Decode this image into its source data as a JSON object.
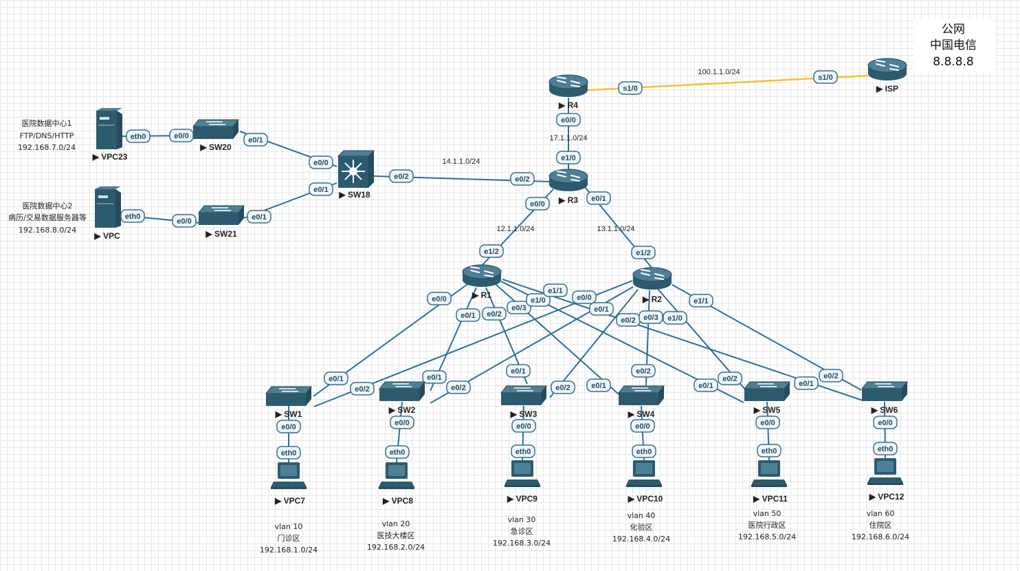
{
  "colors": {
    "link": "#2a6f97",
    "serial_link": "#f5c12e",
    "device_dark": "#2e5a6e",
    "device_light": "#4d7f96",
    "port_fill": "#eef6fa",
    "port_stroke": "#3d6e86"
  },
  "isp_note": {
    "line1": "公网",
    "line2": "中国电信",
    "line3": "8.8.8.8"
  },
  "devices": {
    "r4": "R4",
    "isp": "ISP",
    "r3": "R3",
    "r1": "R1",
    "r2": "R2",
    "sw18": "SW18",
    "sw20": "SW20",
    "sw21": "SW21",
    "sw1": "SW1",
    "sw2": "SW2",
    "sw3": "SW3",
    "sw4": "SW4",
    "sw5": "SW5",
    "sw6": "SW6",
    "vpc23": "VPC23",
    "vpc": "VPC",
    "vpc7": "VPC7",
    "vpc8": "VPC8",
    "vpc9": "VPC9",
    "vpc10": "VPC10",
    "vpc11": "VPC11",
    "vpc12": "VPC12"
  },
  "networks": {
    "r4_isp": "100.1.1.0/24",
    "r4_r3": "17.1.1.0/24",
    "sw18_r3": "14.1.1.0/24",
    "r3_r1": "12.1.1.0/24",
    "r3_r2": "13.1.1.0/24"
  },
  "datacenters": {
    "dc1": {
      "line1": "医院数据中心1",
      "line2": "FTP/DNS/HTTP",
      "line3": "192.168.7.0/24"
    },
    "dc2": {
      "line1": "医院数据中心2",
      "line2": "病历/交易数据服务器等",
      "line3": "192.168.8.0/24"
    }
  },
  "zones": [
    {
      "vlan": "vlan 10",
      "name": "门诊区",
      "subnet": "192.168.1.0/24"
    },
    {
      "vlan": "vlan 20",
      "name": "医技大楼区",
      "subnet": "192.168.2.0/24"
    },
    {
      "vlan": "vlan 30",
      "name": "急诊区",
      "subnet": "192.168.3.0/24"
    },
    {
      "vlan": "vlan 40",
      "name": "化验区",
      "subnet": "192.168.4.0/24"
    },
    {
      "vlan": "vlan 50",
      "name": "医院行政区",
      "subnet": "192.168.5.0/24"
    },
    {
      "vlan": "vlan 60",
      "name": "住院区",
      "subnet": "192.168.6.0/24"
    }
  ],
  "ports": {
    "r4_s10": "s1/0",
    "isp_s10": "s1/0",
    "r4_e00": "e0/0",
    "r3_e10": "e1/0",
    "sw18_e02": "e0/2",
    "r3_e02": "e0/2",
    "r3_e00": "e0/0",
    "r3_e01": "e0/1",
    "r1_e12": "e1/2",
    "r2_e12": "e1/2",
    "vpc23_eth0": "eth0",
    "sw20_e00": "e0/0",
    "sw20_e01": "e0/1",
    "sw18_e00": "e0/0",
    "vpc_eth0": "eth0",
    "sw21_e00": "e0/0",
    "sw21_e01": "e0/1",
    "sw18_e01": "e0/1",
    "r1_e00": "e0/0",
    "r1_e01": "e0/1",
    "r1_e02": "e0/2",
    "r1_e03": "e0/3",
    "r1_e10": "e1/0",
    "r1_e11": "e1/1",
    "r2_e00": "e0/0",
    "r2_e01": "e0/1",
    "r2_e02": "e0/2",
    "r2_e03": "e0/3",
    "r2_e10": "e1/0",
    "r2_e11": "e1/1",
    "sw1_e01": "e0/1",
    "sw1_e02": "e0/2",
    "sw2_e01": "e0/1",
    "sw2_e02": "e0/2",
    "sw3_e01": "e0/1",
    "sw3_e02": "e0/2",
    "sw4_e01": "e0/1",
    "sw4_e02": "e0/2",
    "sw5_e01": "e0/1",
    "sw5_e02": "e0/2",
    "sw6_e01": "e0/1",
    "sw6_e02": "e0/2",
    "sw1_e00": "e0/0",
    "vpc7_eth0": "eth0",
    "sw2_e00": "e0/0",
    "vpc8_eth0": "eth0",
    "sw3_e00": "e0/0",
    "vpc9_eth0": "eth0",
    "sw4_e00": "e0/0",
    "vpc10_eth0": "eth0",
    "sw5_e00": "e0/0",
    "vpc11_eth0": "eth0",
    "sw6_e00": "e0/0",
    "vpc12_eth0": "eth0"
  }
}
